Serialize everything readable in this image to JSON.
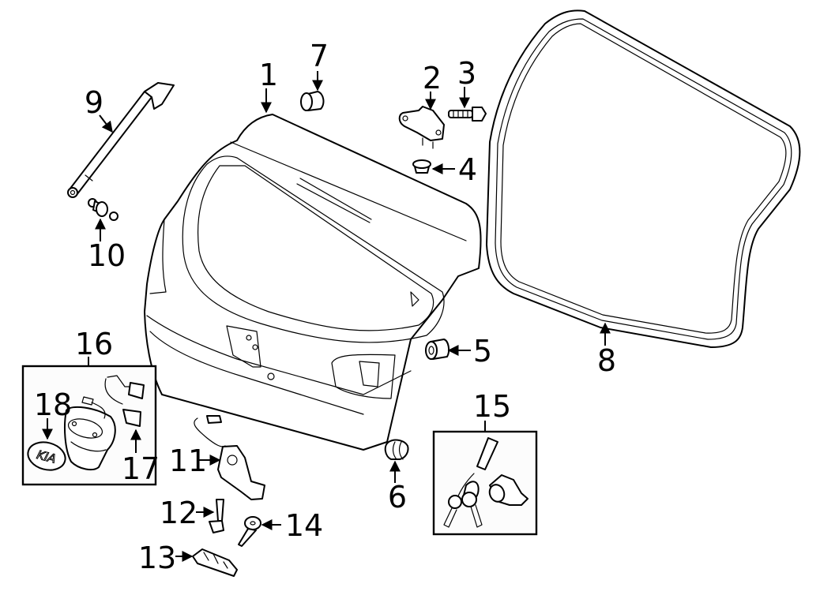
{
  "diagram": {
    "title": "Liftgate assembly exploded parts diagram",
    "brand_badge_text": "KIA",
    "callouts": [
      {
        "id": "1",
        "label": "1",
        "part": "liftgate"
      },
      {
        "id": "2",
        "label": "2",
        "part": "hinge"
      },
      {
        "id": "3",
        "label": "3",
        "part": "hinge-bolt"
      },
      {
        "id": "4",
        "label": "4",
        "part": "hinge-nut"
      },
      {
        "id": "5",
        "label": "5",
        "part": "bumper"
      },
      {
        "id": "6",
        "label": "6",
        "part": "stopper"
      },
      {
        "id": "7",
        "label": "7",
        "part": "bumper-upper"
      },
      {
        "id": "8",
        "label": "8",
        "part": "weatherstrip"
      },
      {
        "id": "9",
        "label": "9",
        "part": "lift-support-strut"
      },
      {
        "id": "10",
        "label": "10",
        "part": "ball-stud"
      },
      {
        "id": "11",
        "label": "11",
        "part": "latch"
      },
      {
        "id": "12",
        "label": "12",
        "part": "latch-bolt"
      },
      {
        "id": "13",
        "label": "13",
        "part": "license-lamp"
      },
      {
        "id": "14",
        "label": "14",
        "part": "screw"
      },
      {
        "id": "15",
        "label": "15",
        "part": "lock-cylinder-kit"
      },
      {
        "id": "16",
        "label": "16",
        "part": "handle-assembly"
      },
      {
        "id": "17",
        "label": "17",
        "part": "switch"
      },
      {
        "id": "18",
        "label": "18",
        "part": "emblem"
      }
    ]
  }
}
